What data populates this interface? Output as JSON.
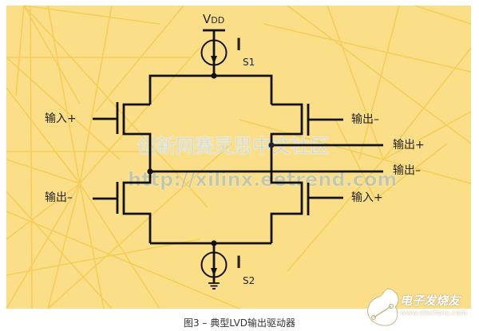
{
  "diagram": {
    "title": "典型LVD输出驱动器",
    "caption": "图3 – 典型LVD输出驱动器",
    "background_color": "#fbdf88",
    "line_color": "#111111",
    "supply": {
      "label_main": "V",
      "label_sub": "DD"
    },
    "current_sources": [
      {
        "id": "S1",
        "label_main": "I",
        "label_sub": "S1",
        "position": "top"
      },
      {
        "id": "S2",
        "label_main": "I",
        "label_sub": "S2",
        "position": "bottom"
      }
    ],
    "inputs_outputs": {
      "left_top_gate": "输入+",
      "right_top_gate": "输出–",
      "left_bottom_gate": "输出–",
      "right_bottom_gate": "输入+",
      "out_plus": "输出+",
      "out_minus": "输出–"
    },
    "transistors": [
      {
        "name": "left-top",
        "gate_label": "输入+"
      },
      {
        "name": "right-top",
        "gate_label": "输出–"
      },
      {
        "name": "left-bottom",
        "gate_label": "输出–"
      },
      {
        "name": "right-bottom",
        "gate_label": "输入+"
      }
    ]
  },
  "watermarks": {
    "site_cn": "创新网赛灵思中文社区",
    "site_url": "http://xilinx.eetrend.com"
  },
  "logo": {
    "title": "电子发烧友",
    "url": "www.elecfans.com"
  }
}
